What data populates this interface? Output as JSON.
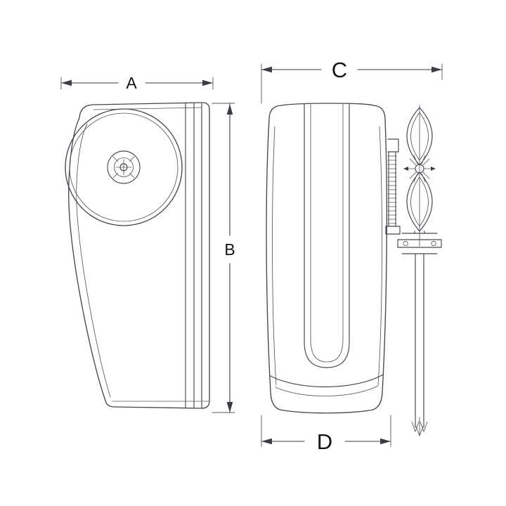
{
  "diagram": {
    "type": "technical-drawing",
    "description": "Two-view dimensioned line drawing of a device with drum, fan blade and lower shaft",
    "colors": {
      "background": "#ffffff",
      "line": "#46464f",
      "dimension_line": "#3c3c44",
      "label": "#141414"
    },
    "views": {
      "side_view": {
        "name": "side-view"
      },
      "front_view": {
        "name": "front-view"
      }
    },
    "dimensions": {
      "a": {
        "label": "A"
      },
      "b": {
        "label": "B"
      },
      "c": {
        "label": "C"
      },
      "d": {
        "label": "D"
      }
    }
  }
}
